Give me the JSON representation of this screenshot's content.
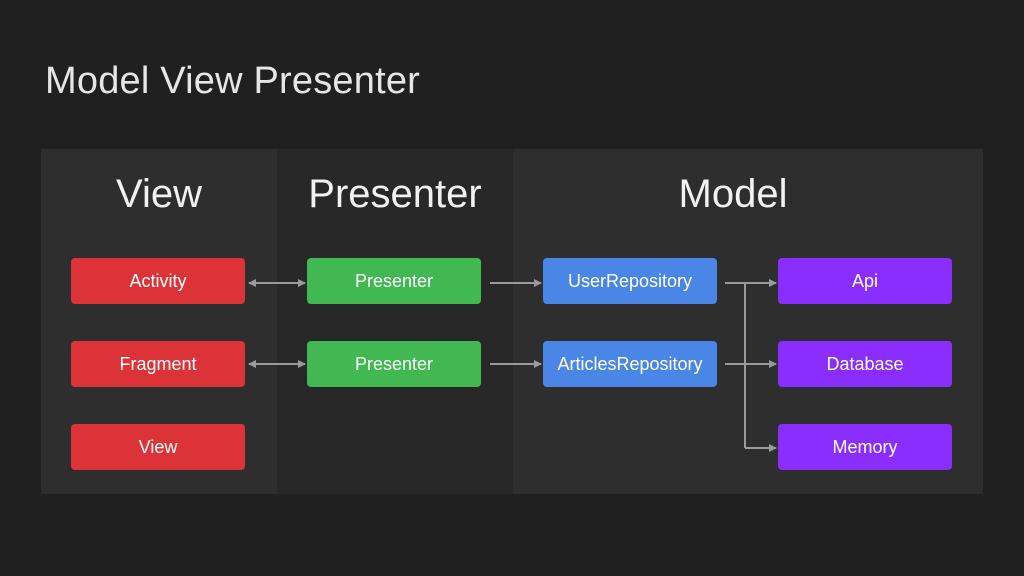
{
  "title": "Model View Presenter",
  "columns": {
    "view": "View",
    "presenter": "Presenter",
    "model": "Model"
  },
  "view_boxes": [
    "Activity",
    "Fragment",
    "View"
  ],
  "presenter_boxes": [
    "Presenter",
    "Presenter"
  ],
  "repository_boxes": [
    "UserRepository",
    "ArticlesRepository"
  ],
  "source_boxes": [
    "Api",
    "Database",
    "Memory"
  ],
  "colors": {
    "view": "#dc3338",
    "presenter": "#42b853",
    "repository": "#4a86e6",
    "source": "#8a2dff",
    "connector": "#9a9a9a"
  }
}
